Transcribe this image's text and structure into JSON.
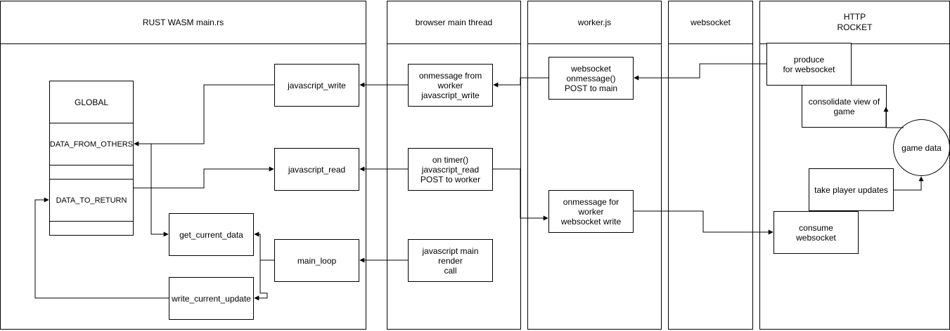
{
  "lanes": {
    "rust": "RUST WASM main.rs",
    "browser": "browser main thread",
    "worker": "worker.js",
    "websocket": "websocket",
    "http": "HTTP\nROCKET"
  },
  "global_table": {
    "header": "GLOBAL",
    "data_from_others": "DATA_FROM_OTHERS",
    "data_to_return": "DATA_TO_RETURN"
  },
  "rust_nodes": {
    "javascript_write": "javascript_write",
    "javascript_read": "javascript_read",
    "get_current_data": "get_current_data",
    "main_loop": "main_loop",
    "write_current_update": "write_current_update"
  },
  "browser_nodes": {
    "onmessage_from_worker": "onmessage  from\nworker\njavascript_write",
    "on_timer": "on timer()\njavascript_read\nPOST to worker",
    "render_call": "javascript main render\ncall"
  },
  "worker_nodes": {
    "websocket_onmessage": "websocket\nonmessage()\nPOST to main",
    "onmessage_for_worker": "onmessage for\nworker\nwebsocket write"
  },
  "http_nodes": {
    "produce": "produce\nfor websocket",
    "consolidate": "consolidate view of\ngame",
    "game_data": "game data",
    "take_player_updates": "take player updates",
    "consume": "consume\nwebsocket"
  }
}
